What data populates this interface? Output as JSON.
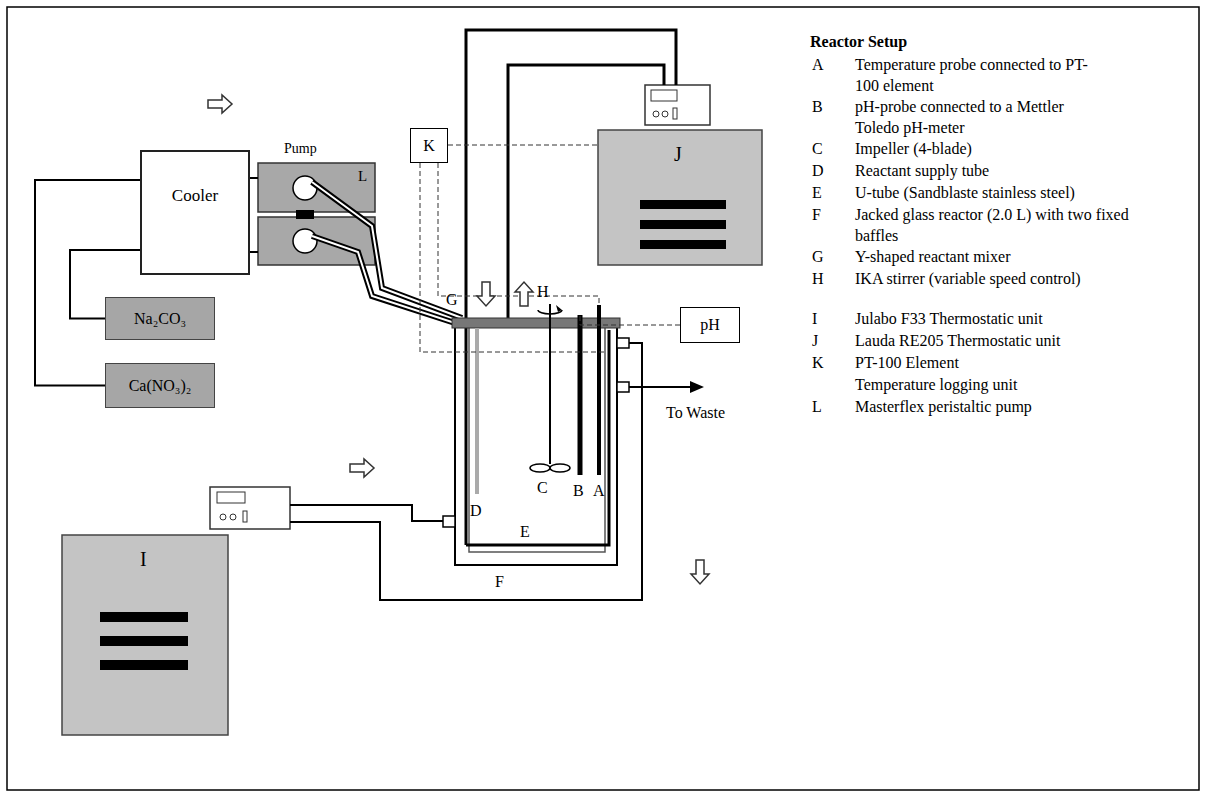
{
  "diagram": {
    "nodes": [
      {
        "text": [
          "Cooler"
        ]
      },
      {
        "text": [
          "Pump",
          "L"
        ]
      },
      {
        "text": [
          "Na₂CO₃"
        ]
      },
      {
        "text": [
          "Ca(NO₃)₂"
        ]
      },
      {
        "text": [
          "K"
        ]
      },
      {
        "text": [
          "J"
        ]
      },
      {
        "text": [
          "pH"
        ]
      },
      {
        "text": [
          "I"
        ]
      }
    ],
    "edges": [
      {
        "from": 2,
        "to": 0,
        "arrow": "none"
      },
      {
        "from": 3,
        "to": 0,
        "arrow": "none"
      },
      {
        "from": 0,
        "to": 1,
        "arrow": "none"
      },
      {
        "from": 4,
        "to": 5,
        "arrow": "none"
      }
    ],
    "labels": [
      "G",
      "H",
      "D",
      "C",
      "B",
      "A",
      "E",
      "F",
      "To Waste",
      "Reactor Setup",
      "A",
      "Temperature probe connected to PT-100 element",
      "B",
      "pH-probe connected to a Mettler Toledo pH-meter",
      "C",
      "Impeller (4-blade)",
      "D",
      "Reactant supply tube",
      "E",
      "U-tube (Sandblaste stainless steel)",
      "F",
      "Jacked glass reactor (2.0 L) with two fixed baffles",
      "G",
      "Y-shaped reactant mixer",
      "H",
      "IKA stirrer (variable speed control)",
      "I",
      "Julabo F33 Thermostatic unit",
      "J",
      "Lauda RE205 Thermostatic unit",
      "K",
      "PT-100 Element",
      "Temperature logging unit",
      "L",
      "Masterflex peristaltic pump"
    ]
  }
}
